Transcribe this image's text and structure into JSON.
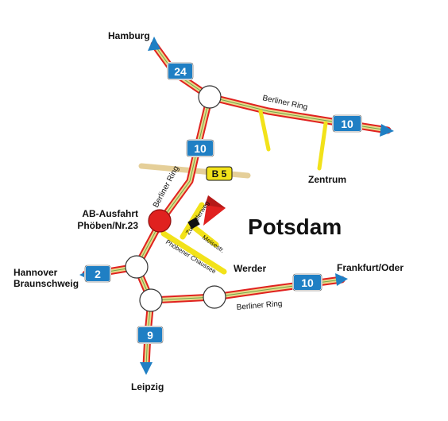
{
  "cities": {
    "hamburg": "Hamburg",
    "hannover": "Hannover",
    "braunschweig": "Braunschweig",
    "leipzig": "Leipzig",
    "frankfurt": "Frankfurt/Oder",
    "zentrum": "Zentrum",
    "werder": "Werder",
    "potsdam": "Potsdam"
  },
  "exit": {
    "line1": "AB-Ausfahrt",
    "line2": "Phöben/Nr.23"
  },
  "roads": {
    "ring_north": "Berliner Ring",
    "ring_west": "Berliner Ring",
    "ring_south": "Berliner Ring",
    "street_uferweg": "Zum Uferweg",
    "street_meise": "Meisestr.",
    "street_phoebener": "Phöbener Chaussee"
  },
  "shields": {
    "a24": "24",
    "a10_ne": "10",
    "a10_n": "10",
    "a2": "2",
    "a10_se": "10",
    "a9": "9",
    "b5": "B 5"
  },
  "colors": {
    "autobahn_outer": "#e0211f",
    "autobahn_inner": "#e9d88a",
    "local_road": "#f2e21a",
    "shield_blue": "#1f7fc4",
    "b5_yellow": "#f2e21a",
    "exit_marker": "#e0211f",
    "destination_arrow": "#e0211f",
    "arrow_blue": "#1f7fc4",
    "b5_road": "#e5cf99"
  }
}
